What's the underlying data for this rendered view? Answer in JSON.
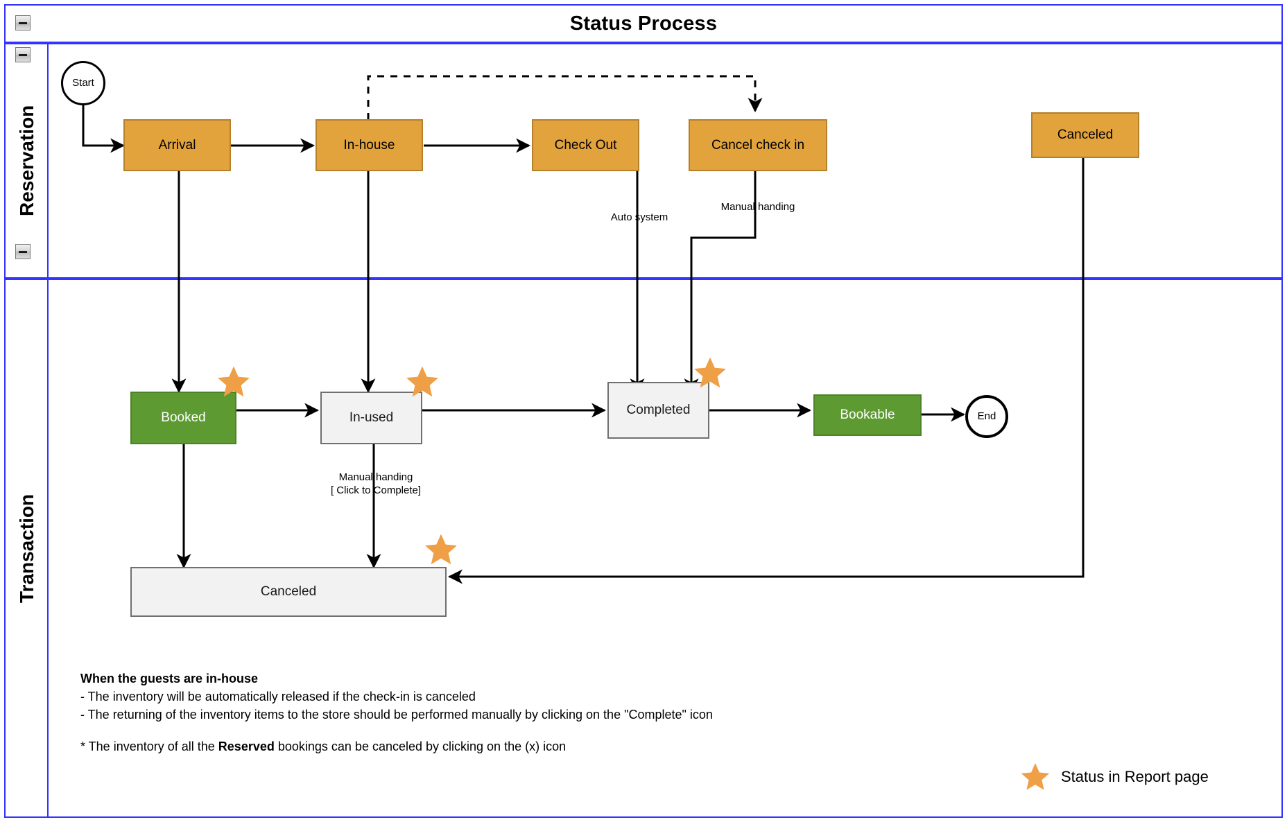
{
  "diagram": {
    "title": "Status Process",
    "collapse_icon": "minus-icon",
    "lanes": [
      {
        "id": "reservation",
        "label": "Reservation"
      },
      {
        "id": "transaction",
        "label": "Transaction"
      }
    ]
  },
  "nodes": {
    "start": {
      "label": "Start",
      "shape": "circle",
      "color": "#ffffff"
    },
    "arrival": {
      "label": "Arrival",
      "shape": "rect",
      "color": "#e2a33c"
    },
    "in_house": {
      "label": "In-house",
      "shape": "rect",
      "color": "#e2a33c"
    },
    "check_out": {
      "label": "Check Out",
      "shape": "rect",
      "color": "#e2a33c"
    },
    "cancel_check_in": {
      "label": "Cancel check in",
      "shape": "rect",
      "color": "#e2a33c"
    },
    "res_canceled": {
      "label": "Canceled",
      "shape": "rect",
      "color": "#e2a33c"
    },
    "booked": {
      "label": "Booked",
      "shape": "rect",
      "color": "#5d9b32"
    },
    "in_used": {
      "label": "In-used",
      "shape": "rect",
      "color": "#f2f2f2"
    },
    "completed": {
      "label": "Completed",
      "shape": "rect",
      "color": "#f2f2f2"
    },
    "bookable": {
      "label": "Bookable",
      "shape": "rect",
      "color": "#5d9b32"
    },
    "end": {
      "label": "End",
      "shape": "circle",
      "color": "#ffffff"
    },
    "txn_canceled": {
      "label": "Canceled",
      "shape": "rect",
      "color": "#f2f2f2"
    }
  },
  "edge_labels": {
    "auto_system": "Auto system",
    "manual_handing": "Manual handing",
    "manual_click_complete": "Manual handing\n[ Click to Complete]"
  },
  "notes": {
    "heading": "When the guests are in-house",
    "line1": "- The inventory will be automatically released if the check-in is canceled",
    "line2": "- The returning of the inventory items to the store should be performed manually by clicking on the \"Complete\" icon",
    "line3_prefix": "* The inventory of all the ",
    "line3_bold": "Reserved",
    "line3_suffix": " bookings can be canceled by clicking on the (x) icon"
  },
  "legend": {
    "icon": "star-icon",
    "text": "Status in Report page",
    "color": "#ef9f45"
  }
}
